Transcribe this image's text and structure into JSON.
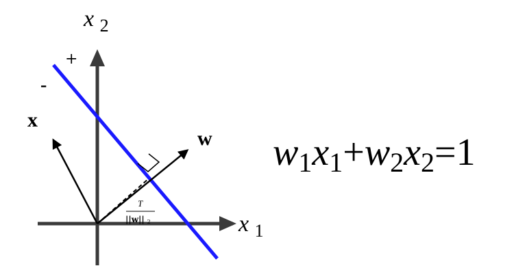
{
  "diagram": {
    "axis_x_label_var": "x",
    "axis_x_label_sub": "1",
    "axis_y_label_var": "x",
    "axis_y_label_sub": "2",
    "plus_sign": "+",
    "minus_sign": "-",
    "vector_x_label": "x",
    "vector_w_label": "w",
    "distance_label_top": "T",
    "distance_label_bottom": "||w||",
    "distance_label_bottom_sub": "2",
    "colors": {
      "axes": "#3a3a3a",
      "boundary_line": "#1a1aff",
      "vectors": "#000000"
    }
  },
  "equation": {
    "w1_var": "w",
    "w1_sub": "1",
    "x1_var": "x",
    "x1_sub": "1",
    "plus": "+",
    "w2_var": "w",
    "w2_sub": "2",
    "x2_var": "x",
    "x2_sub": "2",
    "equals": "=",
    "rhs": "1"
  }
}
